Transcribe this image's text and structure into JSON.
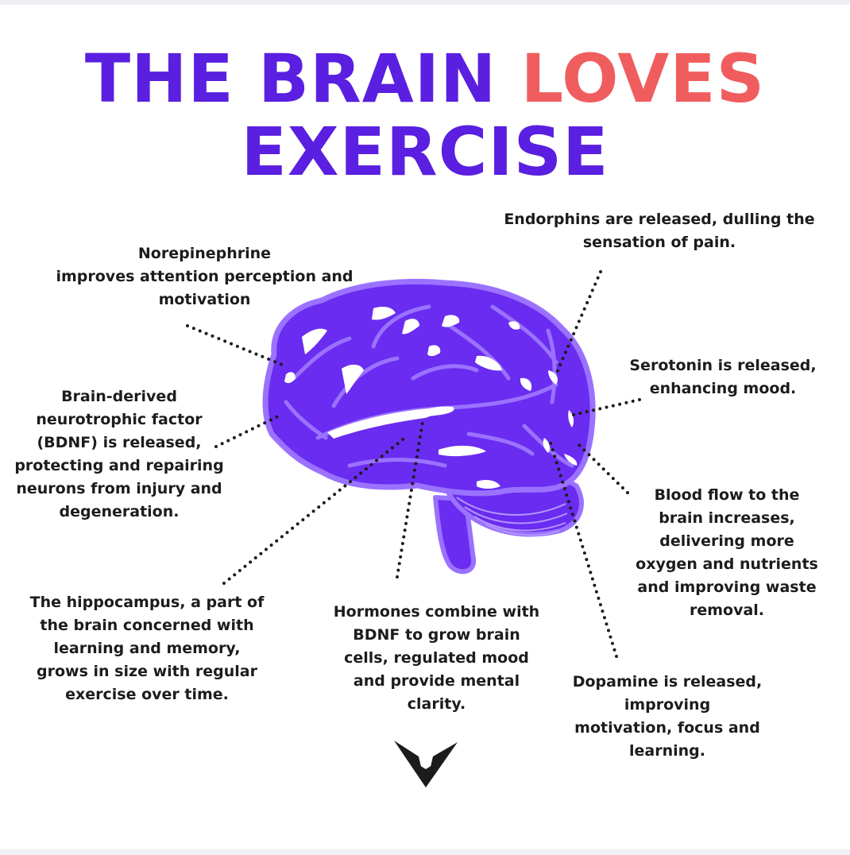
{
  "title": {
    "line1_part1": "THE BRAIN ",
    "line1_part2": "LOVES",
    "line2": "EXERCISE"
  },
  "labels": {
    "endorphins": "Endorphins are released, dulling the\nsensation of pain.",
    "norepinephrine": "Norepinephrine\nimproves attention perception and\nmotivation",
    "serotonin": "Serotonin is released,\nenhancing mood.",
    "bdnf": "Brain-derived\nneurotrophic factor\n(BDNF) is released,\nprotecting and repairing\nneurons from injury and\ndegeneration.",
    "blood_flow": "Blood flow to the\nbrain increases,\ndelivering more\noxygen and nutrients\nand improving waste\nremoval.",
    "hippocampus": "The hippocampus, a part of\nthe brain concerned with\nlearning and memory,\ngrows in size with regular\nexercise over time.",
    "hormones": "Hormones combine with\nBDNF to grow brain\ncells, regulated mood\nand provide mental\nclarity.",
    "dopamine": "Dopamine is released,\nimproving\nmotivation, focus and\nlearning."
  },
  "colors": {
    "title_purple": "#5a1fe0",
    "title_coral": "#f05d5e",
    "brain_fill": "#6a2cf0",
    "brain_outline": "#9a72ff",
    "text": "#1c1c1c"
  },
  "icons": {
    "brain": "brain-illustration",
    "logo": "winged-v-logo"
  }
}
